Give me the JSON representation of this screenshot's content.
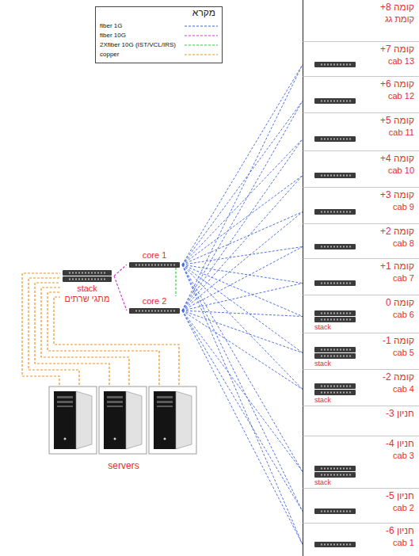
{
  "diagram": {
    "nodes": [
      {
        "text": [
          "core 1"
        ]
      },
      {
        "text": [
          "core 2"
        ]
      },
      {
        "text": [
          "stack",
          "מתגי שרתים"
        ]
      },
      {
        "text": [
          "servers"
        ]
      },
      {
        "text": [
          "+8 קומה",
          "קומת גג"
        ]
      },
      {
        "text": [
          "+7 קומה",
          "cab 13"
        ]
      },
      {
        "text": [
          "+6 קומה",
          "cab 12"
        ]
      },
      {
        "text": [
          "+5 קומה",
          "cab 11"
        ]
      },
      {
        "text": [
          "+4 קומה",
          "cab 10"
        ]
      },
      {
        "text": [
          "+3 קומה",
          "cab 9"
        ]
      },
      {
        "text": [
          "+2 קומה",
          "cab 8"
        ]
      },
      {
        "text": [
          "+1 קומה",
          "cab 7"
        ]
      },
      {
        "text": [
          "0 קומה",
          "cab 6",
          "stack"
        ]
      },
      {
        "text": [
          "-1 קומה",
          "cab 5",
          "stack"
        ]
      },
      {
        "text": [
          "-2 קומה",
          "cab 4",
          "stack"
        ]
      },
      {
        "text": [
          "-3 חניון"
        ]
      },
      {
        "text": [
          "-4 חניון",
          "cab 3",
          "stack"
        ]
      },
      {
        "text": [
          "-5 חניון",
          "cab 2"
        ]
      },
      {
        "text": [
          "-6 חניון",
          "cab 1"
        ]
      }
    ],
    "edges": [
      {
        "from": 0,
        "to": 5,
        "arrow": "none"
      },
      {
        "from": 1,
        "to": 5,
        "arrow": "none"
      },
      {
        "from": 0,
        "to": 6,
        "arrow": "none"
      },
      {
        "from": 1,
        "to": 6,
        "arrow": "none"
      },
      {
        "from": 0,
        "to": 7,
        "arrow": "none"
      },
      {
        "from": 1,
        "to": 7,
        "arrow": "none"
      },
      {
        "from": 0,
        "to": 8,
        "arrow": "none"
      },
      {
        "from": 1,
        "to": 8,
        "arrow": "none"
      },
      {
        "from": 0,
        "to": 9,
        "arrow": "none"
      },
      {
        "from": 1,
        "to": 9,
        "arrow": "none"
      },
      {
        "from": 0,
        "to": 10,
        "arrow": "none"
      },
      {
        "from": 1,
        "to": 10,
        "arrow": "none"
      },
      {
        "from": 0,
        "to": 11,
        "arrow": "none"
      },
      {
        "from": 1,
        "to": 11,
        "arrow": "none"
      },
      {
        "from": 0,
        "to": 12,
        "arrow": "none"
      },
      {
        "from": 1,
        "to": 12,
        "arrow": "none"
      },
      {
        "from": 0,
        "to": 13,
        "arrow": "none"
      },
      {
        "from": 1,
        "to": 13,
        "arrow": "none"
      },
      {
        "from": 0,
        "to": 14,
        "arrow": "none"
      },
      {
        "from": 1,
        "to": 14,
        "arrow": "none"
      },
      {
        "from": 0,
        "to": 16,
        "arrow": "none"
      },
      {
        "from": 1,
        "to": 16,
        "arrow": "none"
      },
      {
        "from": 0,
        "to": 17,
        "arrow": "none"
      },
      {
        "from": 1,
        "to": 17,
        "arrow": "none"
      },
      {
        "from": 0,
        "to": 18,
        "arrow": "none"
      },
      {
        "from": 1,
        "to": 18,
        "arrow": "none"
      },
      {
        "from": 0,
        "to": 1,
        "arrow": "none"
      },
      {
        "from": 2,
        "to": 0,
        "arrow": "none"
      },
      {
        "from": 2,
        "to": 1,
        "arrow": "none"
      },
      {
        "from": 3,
        "to": 2,
        "arrow": "none"
      },
      {
        "from": 3,
        "to": 2,
        "arrow": "none"
      },
      {
        "from": 3,
        "to": 2,
        "arrow": "none"
      },
      {
        "from": 3,
        "to": 2,
        "arrow": "none"
      },
      {
        "from": 3,
        "to": 2,
        "arrow": "none"
      },
      {
        "from": 3,
        "to": 2,
        "arrow": "none"
      }
    ],
    "labels": [
      "מקרא"
    ],
    "legend": [
      {
        "text": "fiber 1G"
      },
      {
        "text": "fiber 10G"
      },
      {
        "text": "2Xfiber 10G (IST/VCL/IRS)"
      },
      {
        "text": "copper"
      }
    ]
  }
}
